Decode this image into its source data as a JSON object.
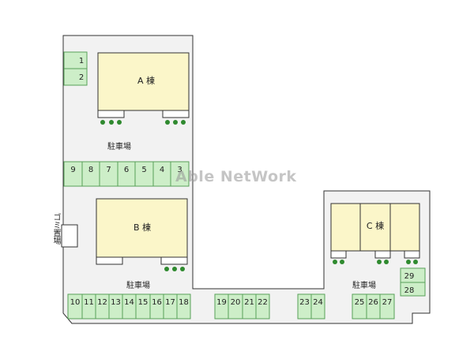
{
  "colors": {
    "site_fill": "#f2f2f2",
    "building_fill": "#fbf6c9",
    "slot_fill": "#cdeec8",
    "slot_stroke": "#58a058",
    "tree": "#2f8a2f"
  },
  "buildings": {
    "a": "A 棟",
    "b": "B 棟",
    "c": "C 棟"
  },
  "parking_labels": {
    "top": "駐車場",
    "bottom": "駐車場",
    "right": "駐車場"
  },
  "garbage_label": "ゴミ置場",
  "watermark": "Able NetWork",
  "slots": {
    "s1": "1",
    "s2": "2",
    "s9": "9",
    "s8": "8",
    "s7": "7",
    "s6": "6",
    "s5": "5",
    "s4": "4",
    "s3": "3",
    "s10": "10",
    "s11": "11",
    "s12": "12",
    "s13": "13",
    "s14": "14",
    "s15": "15",
    "s16": "16",
    "s17": "17",
    "s18": "18",
    "s19": "19",
    "s20": "20",
    "s21": "21",
    "s22": "22",
    "s23": "23",
    "s24": "24",
    "s25": "25",
    "s26": "26",
    "s27": "27",
    "s29": "29",
    "s28": "28"
  }
}
